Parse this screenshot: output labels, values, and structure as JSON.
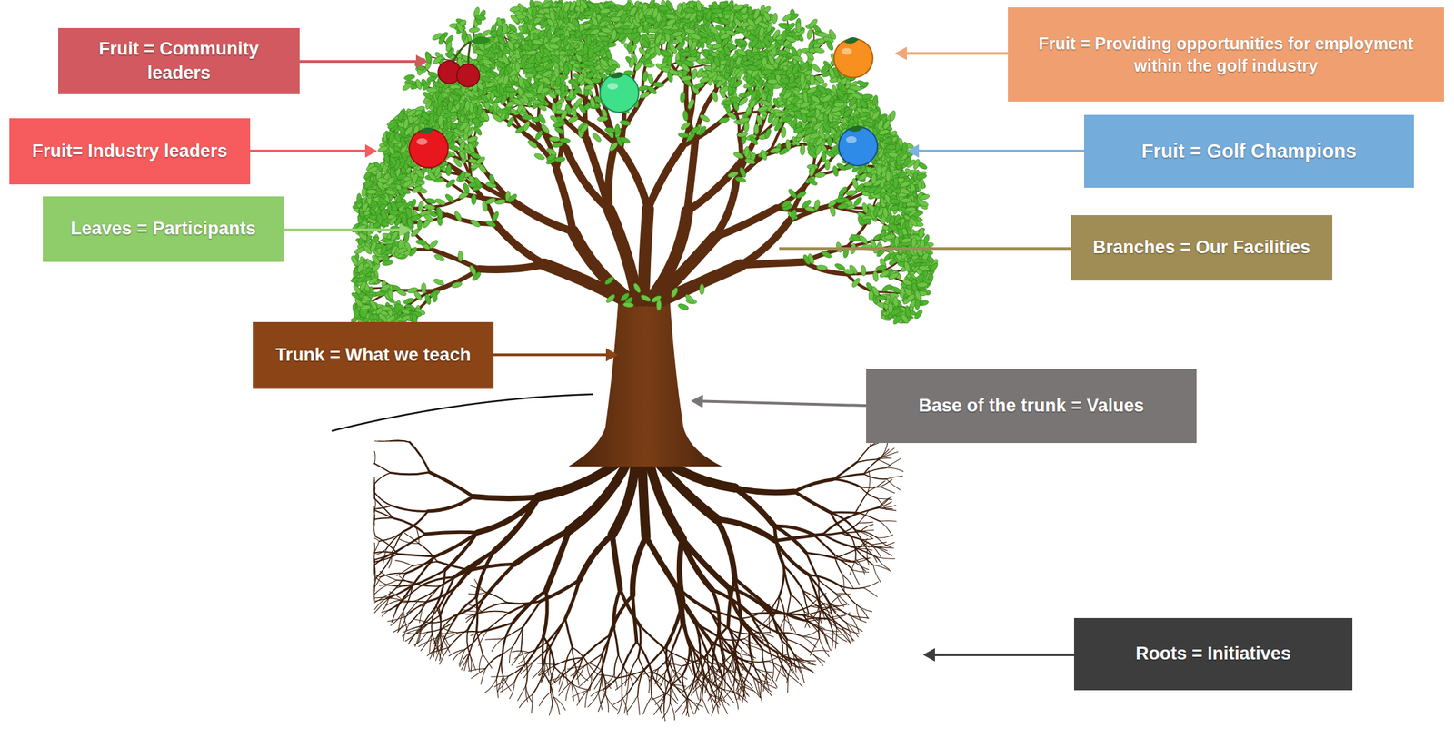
{
  "diagram": {
    "nodes": [
      {
        "text": [
          "Fruit = Community leaders"
        ]
      },
      {
        "text": [
          "Fruit = Providing opportunities for employment within the golf industry"
        ]
      },
      {
        "text": [
          "Fruit= Industry leaders"
        ]
      },
      {
        "text": [
          "Fruit = Golf Champions"
        ]
      },
      {
        "text": [
          "Leaves = Participants"
        ]
      },
      {
        "text": [
          "Branches = Our Facilities"
        ]
      },
      {
        "text": [
          "Trunk = What we teach"
        ]
      },
      {
        "text": [
          "Base of the trunk = Values"
        ]
      },
      {
        "text": [
          "Roots = Initiatives"
        ]
      }
    ]
  }
}
